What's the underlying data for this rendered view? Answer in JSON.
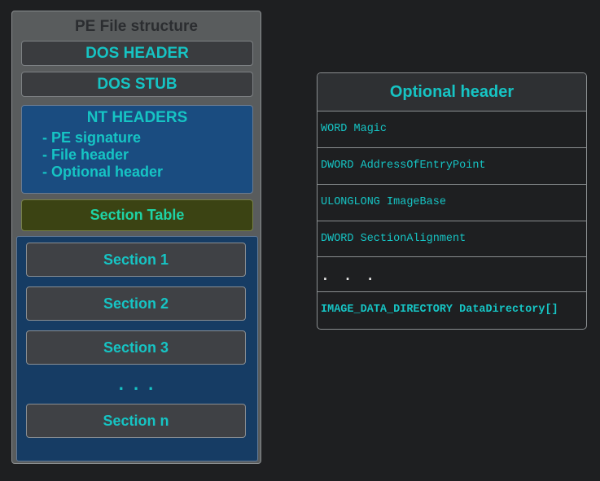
{
  "pe_structure": {
    "title": "PE File structure",
    "dos_header": "DOS HEADER",
    "dos_stub": "DOS STUB",
    "nt_headers": {
      "title": "NT HEADERS",
      "items": [
        "- PE signature",
        "- File header",
        "- Optional header"
      ]
    },
    "section_table": "Section Table",
    "sections": [
      "Section 1",
      "Section 2",
      "Section 3",
      "Section n"
    ],
    "ellipsis": ". . ."
  },
  "optional_header": {
    "title": "Optional header",
    "rows": [
      "WORD Magic",
      "DWORD AddressOfEntryPoint",
      "ULONGLONG ImageBase",
      "DWORD SectionAlignment",
      ". . .",
      "IMAGE_DATA_DIRECTORY DataDirectory[]"
    ]
  },
  "colors": {
    "background": "#1e1f21",
    "accent_text": "#16c4c4",
    "nt_headers_fill": "#1a4c80",
    "section_table_fill": "#3b4313",
    "sections_fill": "#163c64"
  }
}
